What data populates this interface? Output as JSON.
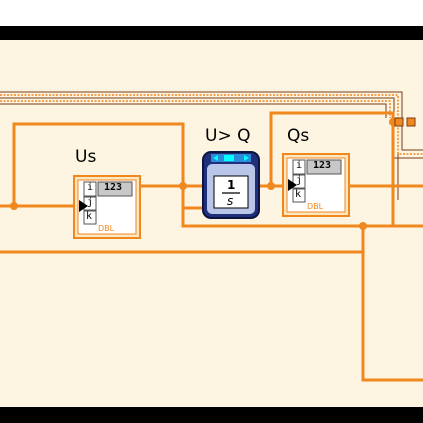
{
  "diagram": {
    "canvas_color": "#fdf5e1",
    "frame_color": "#000000",
    "wire_color": "#f0881e",
    "dark_wire_color": "#7a3c12",
    "labels": {
      "us": "Us",
      "integrator": "U> Q",
      "qs": "Qs"
    },
    "nodes": {
      "us_indicator": {
        "digits": "123",
        "type_text": "DBL",
        "i": "i",
        "j": "j",
        "k": "k"
      },
      "qs_indicator": {
        "digits": "123",
        "type_text": "DBL",
        "i": "i",
        "j": "j",
        "k": "k"
      },
      "integrator_block": {
        "numerator": "1",
        "denominator": "s"
      }
    }
  }
}
